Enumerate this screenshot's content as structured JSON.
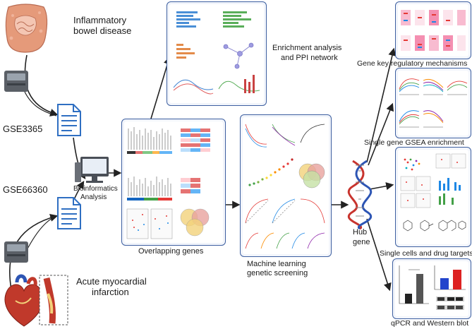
{
  "labels": {
    "ibd": "Inflammatory bowel disease",
    "gse3365": "GSE3365",
    "gse66360": "GSE66360",
    "bioinformatics_line1": "Bioinformatics",
    "bioinformatics_line2": "Analysis",
    "ami_line1": "Acute myocardial",
    "ami_line2": "infarction",
    "enrichment_line1": "Enrichment analysis",
    "enrichment_line2": "and PPI network",
    "overlapping": "Overlapping genes",
    "ml_line1": "Machine learning",
    "ml_line2": "genetic screening",
    "hub_line1": "Hub",
    "hub_line2": "gene",
    "gene_key": "Gene key regulatory mechanisms",
    "gsea": "Single gene GSEA enrichment",
    "single_cells": "Single cells and drug targets",
    "qpcr": "qPCR and Western blot"
  },
  "colors": {
    "arrow": "#222222",
    "panel_border": "#3d5fa0",
    "panel_bg": "#f2f5fb",
    "dna_red": "#c8342e",
    "dna_blue": "#2d55b4",
    "doc_blue": "#2f6fc2",
    "intestine": "#e59a7a",
    "heart": "#c0392b",
    "venn_yellow": "#f2d27a",
    "venn_red": "#e8a39e",
    "bar_blue": "#2244cc",
    "bar_red": "#dd2222"
  },
  "icons": {
    "intestine": "intestine-icon",
    "sequencer_top": "sequencer-icon",
    "sequencer_bottom": "sequencer-icon",
    "document_top": "document-icon",
    "document_bottom": "document-icon",
    "computer": "computer-icon",
    "heart": "heart-icon",
    "artery": "artery-icon",
    "dna": "dna-helix-icon"
  }
}
